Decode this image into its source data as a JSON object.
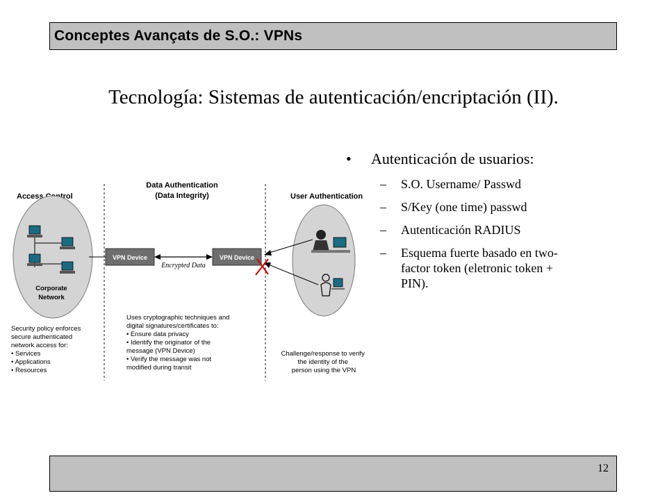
{
  "header": {
    "title": "Conceptes Avançats de S.O.: VPNs"
  },
  "slide": {
    "title": "Tecnología: Sistemas de autenticación/encriptación (II).",
    "bullet": {
      "symbol": "•",
      "text": "Autenticación de usuarios:"
    },
    "subitems": [
      {
        "dash": "–",
        "lines": [
          "S.O. Username/ Passwd"
        ]
      },
      {
        "dash": "–",
        "lines": [
          "S/Key (one time) passwd"
        ]
      },
      {
        "dash": "–",
        "lines": [
          "Autenticación RADIUS"
        ]
      },
      {
        "dash": "–",
        "lines": [
          "Esquema fuerte basado en two-",
          "factor token (eletronic token +",
          "PIN)."
        ]
      }
    ]
  },
  "diagram": {
    "sections": {
      "access_control": "Access Control",
      "data_auth_line1": "Data Authentication",
      "data_auth_line2": "(Data Integrity)",
      "user_auth": "User Authentication"
    },
    "corporate_network": [
      "Corporate",
      "Network"
    ],
    "vpn_device_left": "VPN Device",
    "vpn_device_right": "VPN Device",
    "encrypted_data": "Encrypted Data",
    "access_notes": [
      "Security policy enforces",
      "secure authenticated",
      "network access for:",
      "• Services",
      "• Applications",
      "• Resources"
    ],
    "data_notes": [
      "Uses cryptographic techniques and",
      "digital signatures/certificates to:",
      "• Ensure data privacy",
      "• Identify the originator of the",
      "  message (VPN Device)",
      "• Verify the message was not",
      "  modified during transit"
    ],
    "user_notes": [
      "Challenge/response to verify",
      "the identity of the",
      "person using the VPN"
    ]
  },
  "footer": {
    "page_number": "12"
  }
}
